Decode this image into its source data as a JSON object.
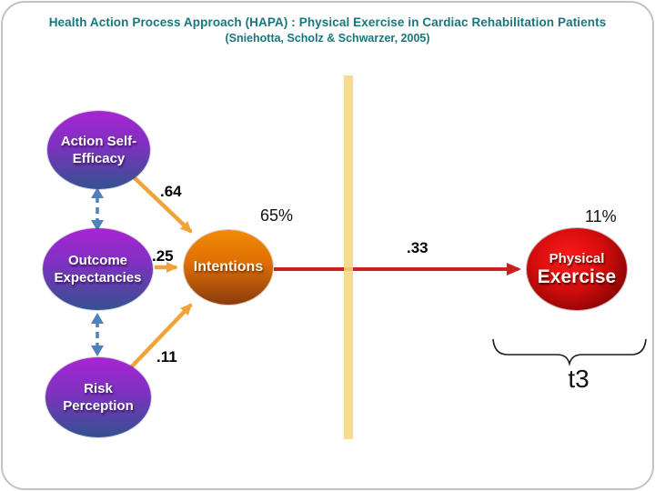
{
  "slide": {
    "title_line1": "Health Action Process Approach (HAPA) : Physical Exercise in Cardiac Rehabilitation Patients",
    "title_line2": "(Sniehotta, Scholz & Schwarzer, 2005)"
  },
  "model": {
    "nodes": {
      "action_self_efficacy": {
        "line1": "Action Self-",
        "line2": "Efficacy"
      },
      "outcome_expectancies": {
        "line1": "Outcome",
        "line2": "Expectancies"
      },
      "risk_perception": {
        "line1": "Risk",
        "line2": "Perception"
      },
      "intentions": {
        "label": "Intentions"
      },
      "physical_exercise": {
        "line1": "Physical",
        "line2": "Exercise"
      }
    },
    "coefficients": {
      "ase_to_intentions": ".64",
      "oe_to_intentions": ".25",
      "rp_to_intentions": ".11",
      "intentions_to_exercise": ".33"
    },
    "variance_explained": {
      "intentions": "65%",
      "physical_exercise": "11%"
    },
    "time_label": "t3"
  },
  "colors": {
    "title_teal": "#17777c",
    "node_purple_top": "#a824d4",
    "node_purple_bottom": "#345190",
    "node_orange_top": "#f28a05",
    "node_orange_bottom": "#8a3c0e",
    "node_red": "#d60d0d",
    "arrow_orange": "#f0a339",
    "arrow_red": "#cc2020",
    "covariance_dashed_blue": "#4f81bd",
    "divider_yellow": "#f6d87a"
  }
}
